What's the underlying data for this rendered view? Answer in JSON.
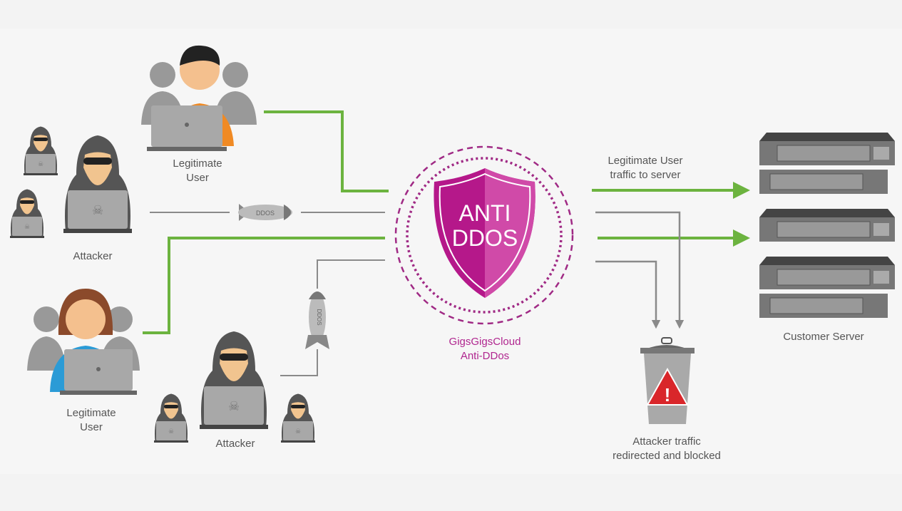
{
  "labels": {
    "top_user": [
      "Legitimate",
      "User"
    ],
    "bottom_user": [
      "Legitimate",
      "User"
    ],
    "left_attacker": "Attacker",
    "bottom_attacker": "Attacker",
    "missile_text": "DDOS",
    "rocket_text": "DDOS",
    "shield": [
      "ANTI",
      "DDOS"
    ],
    "brand": [
      "GigsGigsCloud",
      "Anti-DDos"
    ],
    "legit_traffic": [
      "Legitimate User",
      "traffic to server"
    ],
    "blocked": [
      "Attacker traffic",
      "redirected and blocked"
    ],
    "server": "Customer Server"
  },
  "colors": {
    "legit_line": "#6cb33f",
    "attack_line": "#8a8a8a",
    "brand": "#b0268f",
    "shield_dark": "#b5188a",
    "shield_light": "#d04aa8",
    "warning": "#d9262a"
  }
}
